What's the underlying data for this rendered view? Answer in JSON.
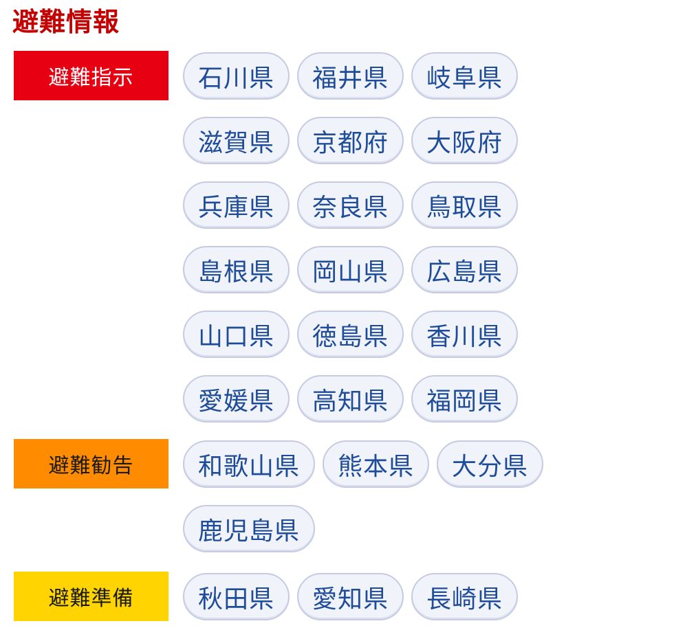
{
  "page_title": "避難情報",
  "colors": {
    "title": "#c40000",
    "order_badge": "#e60012",
    "advisory_badge": "#ff8c00",
    "prepare_badge": "#ffd400",
    "chip_text": "#1e4c99",
    "chip_bg": "#f1f3fb",
    "chip_border": "#c5cbe2"
  },
  "sections": {
    "order": {
      "label": "避難指示",
      "prefectures": [
        "石川県",
        "福井県",
        "岐阜県",
        "滋賀県",
        "京都府",
        "大阪府",
        "兵庫県",
        "奈良県",
        "鳥取県",
        "島根県",
        "岡山県",
        "広島県",
        "山口県",
        "徳島県",
        "香川県",
        "愛媛県",
        "高知県",
        "福岡県"
      ]
    },
    "advisory": {
      "label": "避難勧告",
      "prefectures": [
        "和歌山県",
        "熊本県",
        "大分県",
        "鹿児島県"
      ]
    },
    "prepare": {
      "label": "避難準備",
      "prefectures": [
        "秋田県",
        "愛知県",
        "長崎県"
      ]
    }
  }
}
